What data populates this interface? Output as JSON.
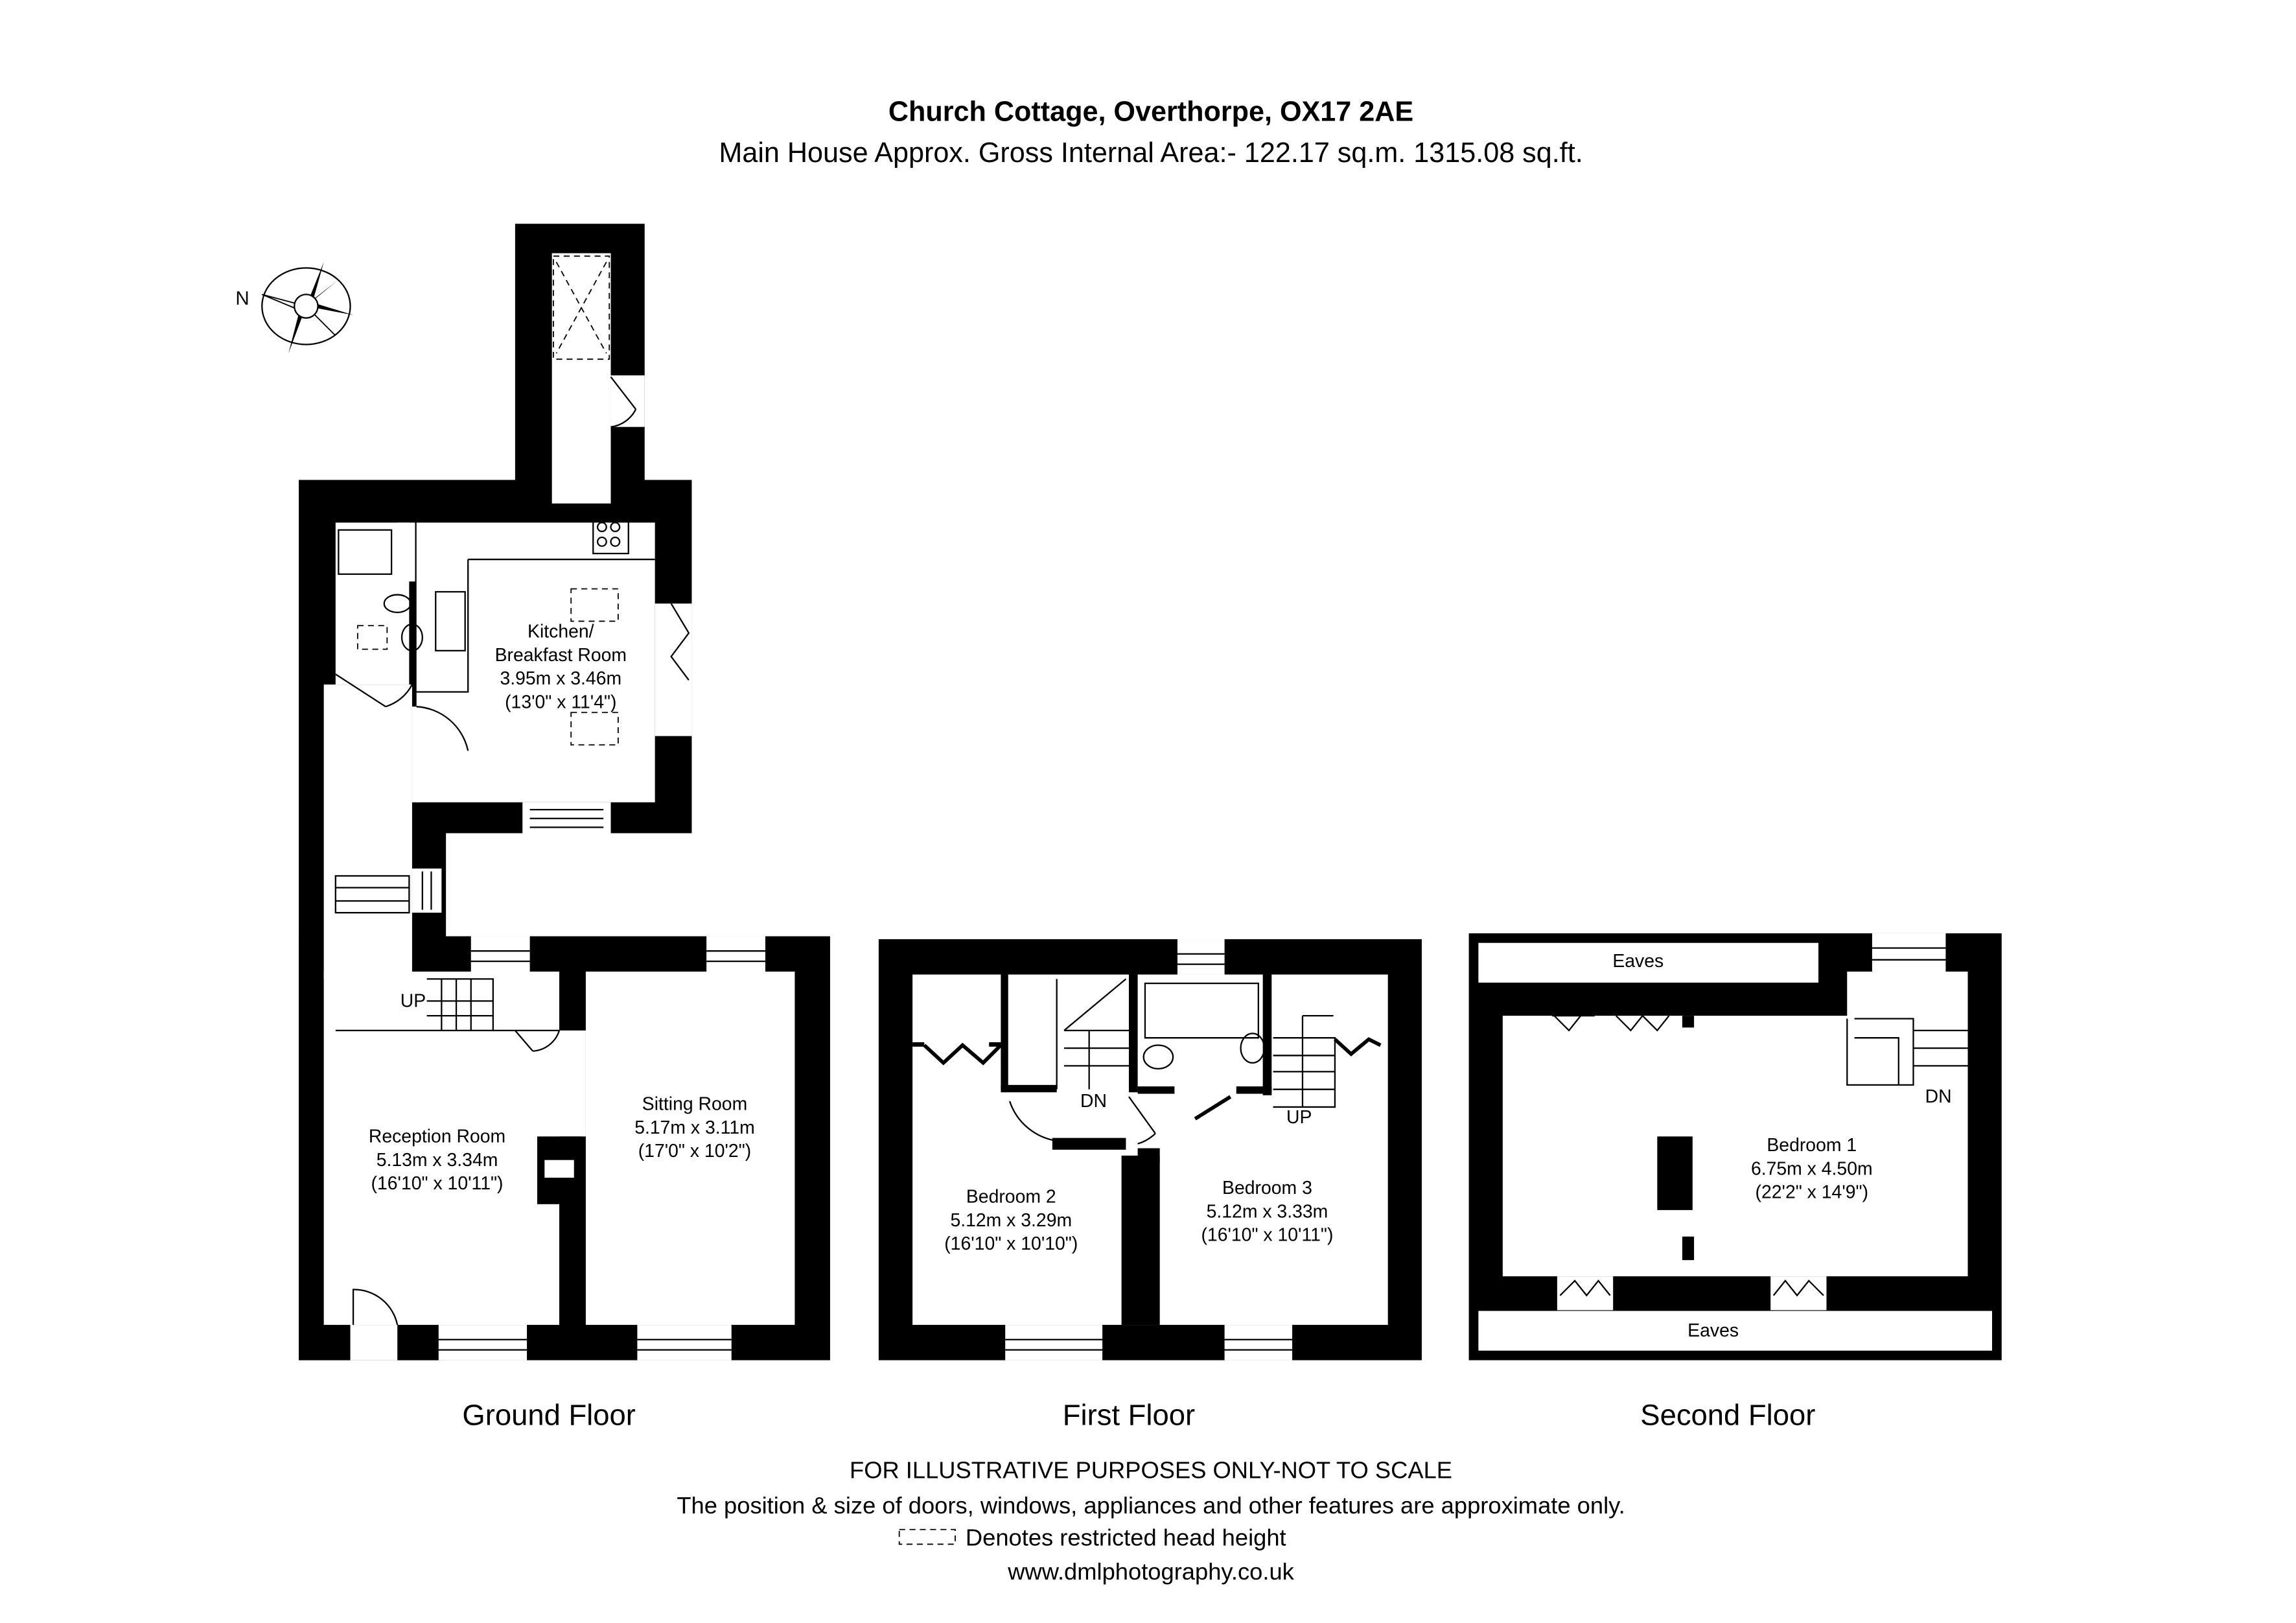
{
  "header": {
    "title": "Church Cottage, Overthorpe, OX17 2AE",
    "subtitle": "Main House Approx. Gross Internal Area:- 122.17 sq.m. 1315.08 sq.ft."
  },
  "compass": {
    "label": "N",
    "icon": "compass-rose-icon"
  },
  "floors": [
    {
      "name": "Ground Floor",
      "rooms": [
        {
          "name": "Kitchen/",
          "name2": "Breakfast Room",
          "metric": "3.95m x 3.46m",
          "imperial": "(13'0\" x 11'4\")"
        },
        {
          "name": "Reception Room",
          "metric": "5.13m x 3.34m",
          "imperial": "(16'10\" x 10'11\")"
        },
        {
          "name": "Sitting Room",
          "metric": "5.17m x 3.11m",
          "imperial": "(17'0\" x 10'2\")"
        }
      ],
      "stairs": "UP"
    },
    {
      "name": "First Floor",
      "rooms": [
        {
          "name": "Bedroom 2",
          "metric": "5.12m x 3.29m",
          "imperial": "(16'10\" x 10'10\")"
        },
        {
          "name": "Bedroom 3",
          "metric": "5.12m x 3.33m",
          "imperial": "(16'10\" x 10'11\")"
        }
      ],
      "stairs_down": "DN",
      "stairs_up": "UP"
    },
    {
      "name": "Second Floor",
      "rooms": [
        {
          "name": "Bedroom 1",
          "metric": "6.75m x 4.50m",
          "imperial": "(22'2\" x 14'9\")"
        }
      ],
      "stairs": "DN",
      "eaves_top": "Eaves",
      "eaves_bottom": "Eaves"
    }
  ],
  "footer": {
    "disclaimer": "FOR ILLUSTRATIVE PURPOSES ONLY-NOT TO SCALE",
    "note": "The position & size of doors, windows, appliances and other features are approximate only.",
    "legend": "Denotes restricted head height",
    "website": "www.dmlphotography.co.uk"
  }
}
